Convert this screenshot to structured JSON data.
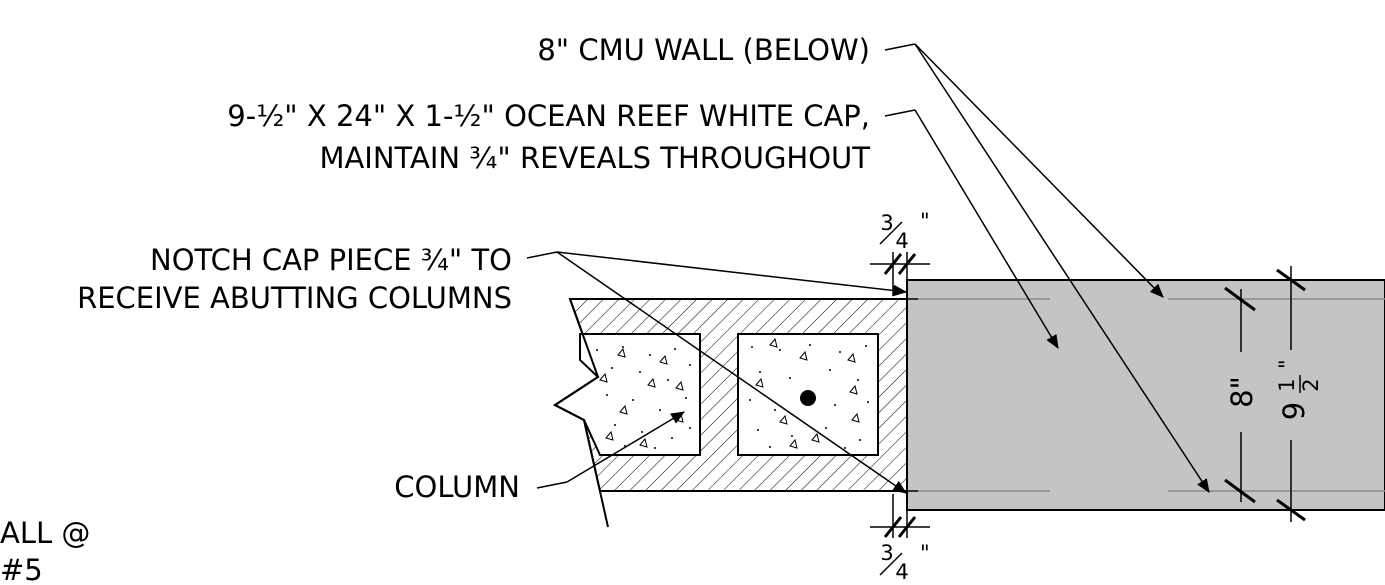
{
  "labels": {
    "cmu_wall": "8\" CMU WALL (BELOW)",
    "cap_line1": "9-½\" X 24\" X 1-½\" OCEAN REEF WHITE CAP,",
    "cap_line2": "MAINTAIN ¾\" REVEALS THROUGHOUT",
    "notch_line1": "NOTCH CAP PIECE ¾\" TO",
    "notch_line2": "RECEIVE ABUTTING COLUMNS",
    "column": "COLUMN",
    "cut_line1": "ALL @",
    "cut_line2": "#5"
  },
  "dimensions": {
    "reveal_top_num": "3",
    "reveal_top_den": "4",
    "reveal_top_unit": "\"",
    "reveal_bottom_num": "3",
    "reveal_bottom_den": "4",
    "reveal_bottom_unit": "\"",
    "wall_width": "8\"",
    "cap_width_whole": "9",
    "cap_width_num": "1",
    "cap_width_den": "2",
    "cap_width_unit": "\""
  },
  "colors": {
    "cap_fill": "#c4c4c4",
    "line": "#000000",
    "background": "#ffffff"
  }
}
